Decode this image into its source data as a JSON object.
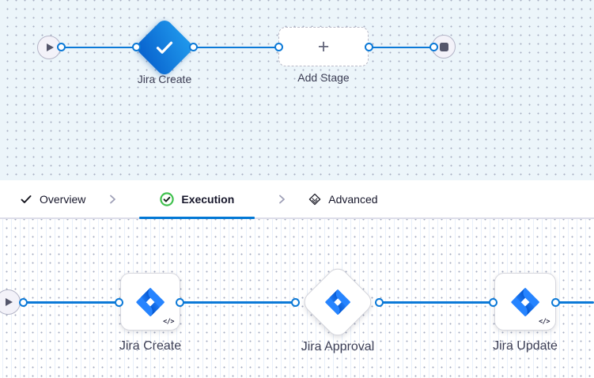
{
  "top_pipeline": {
    "start_node": "pipeline-start",
    "end_node": "pipeline-end",
    "stage_label": "Jira Create",
    "stage_status": "success",
    "add_stage_label": "Add Stage",
    "plus_glyph": "+"
  },
  "tab_bar": {
    "items": [
      {
        "label": "Overview",
        "icon": "check-icon",
        "state": "completed"
      },
      {
        "label": "Execution",
        "icon": "success-circle-icon",
        "state": "active"
      },
      {
        "label": "Advanced",
        "icon": "layers-icon",
        "state": "default"
      }
    ]
  },
  "bottom_pipeline": {
    "start_node": "execution-start",
    "code_badge_glyph": "</>",
    "steps": [
      {
        "label": "Jira Create",
        "shape": "card",
        "icon": "jira-logo"
      },
      {
        "label": "Jira Approval",
        "shape": "diamond",
        "icon": "jira-logo"
      },
      {
        "label": "Jira Update",
        "shape": "card",
        "icon": "jira-logo"
      }
    ]
  },
  "colors": {
    "edge_blue": "#0b79d7",
    "tab_underline_blue": "#0278d5",
    "success_green": "#3fc14d",
    "stage_gradient_start": "#1e95ea",
    "stage_gradient_end": "#0a66d0",
    "jira_blue": "#2684FF",
    "jira_navy": "#0052CC",
    "canvas_top_bg": "#ecf5fa",
    "canvas_bottom_bg": "#ffffff"
  }
}
